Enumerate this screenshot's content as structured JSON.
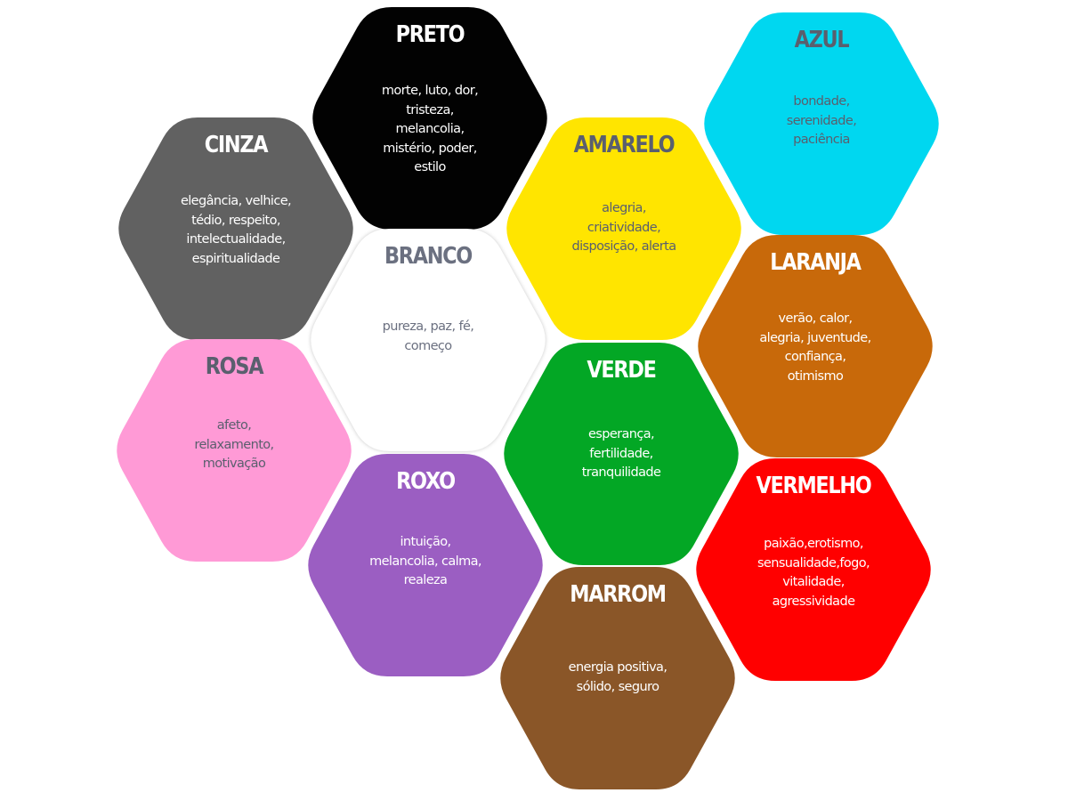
{
  "hexagons": [
    {
      "id": "preto",
      "title": "PRETO",
      "description": "morte, luto, dor,\ntristeza,\nmelancolia,\nmistério, poder,\nestilo",
      "fill": "#020202",
      "text_color": "#ffffff"
    },
    {
      "id": "azul",
      "title": "AZUL",
      "description": "bondade,\nserenidade,\npaciência",
      "fill": "#00D7F0",
      "text_color": "#5a5f6e"
    },
    {
      "id": "cinza",
      "title": "CINZA",
      "description": "elegância, velhice,\ntédio, respeito,\nintelectualidade,\nespiritualidade",
      "fill": "#616161",
      "text_color": "#ffffff"
    },
    {
      "id": "amarelo",
      "title": "AMARELO",
      "description": "alegria,\ncriatividade,\ndisposição, alerta",
      "fill": "#FFE500",
      "text_color": "#5a5f6e"
    },
    {
      "id": "branco",
      "title": "BRANCO",
      "description": "pureza, paz, fé,\ncomeço",
      "fill": "#ffffff",
      "text_color": "#6b7080"
    },
    {
      "id": "laranja",
      "title": "LARANJA",
      "description": "verão, calor,\nalegria, juventude,\nconfiança,\notimismo",
      "fill": "#C8690A",
      "text_color": "#ffffff"
    },
    {
      "id": "rosa",
      "title": "ROSA",
      "description": "afeto,\nrelaxamento,\nmotivação",
      "fill": "#FF9AD6",
      "text_color": "#5a5f6e"
    },
    {
      "id": "verde",
      "title": "VERDE",
      "description": "esperança,\nfertilidade,\ntranquilidade",
      "fill": "#03A725",
      "text_color": "#ffffff"
    },
    {
      "id": "roxo",
      "title": "ROXO",
      "description": "intuição,\nmelancolia, calma,\nrealeza",
      "fill": "#9B5EC2",
      "text_color": "#ffffff"
    },
    {
      "id": "vermelho",
      "title": "VERMELHO",
      "description": "paixão,erotismo,\nsensualidade,fogo,\nvitalidade,\nagressividade",
      "fill": "#FF0000",
      "text_color": "#ffffff"
    },
    {
      "id": "marrom",
      "title": "MARROM",
      "description": "energia positiva,\nsólido, seguro",
      "fill": "#8A5628",
      "text_color": "#ffffff"
    }
  ]
}
